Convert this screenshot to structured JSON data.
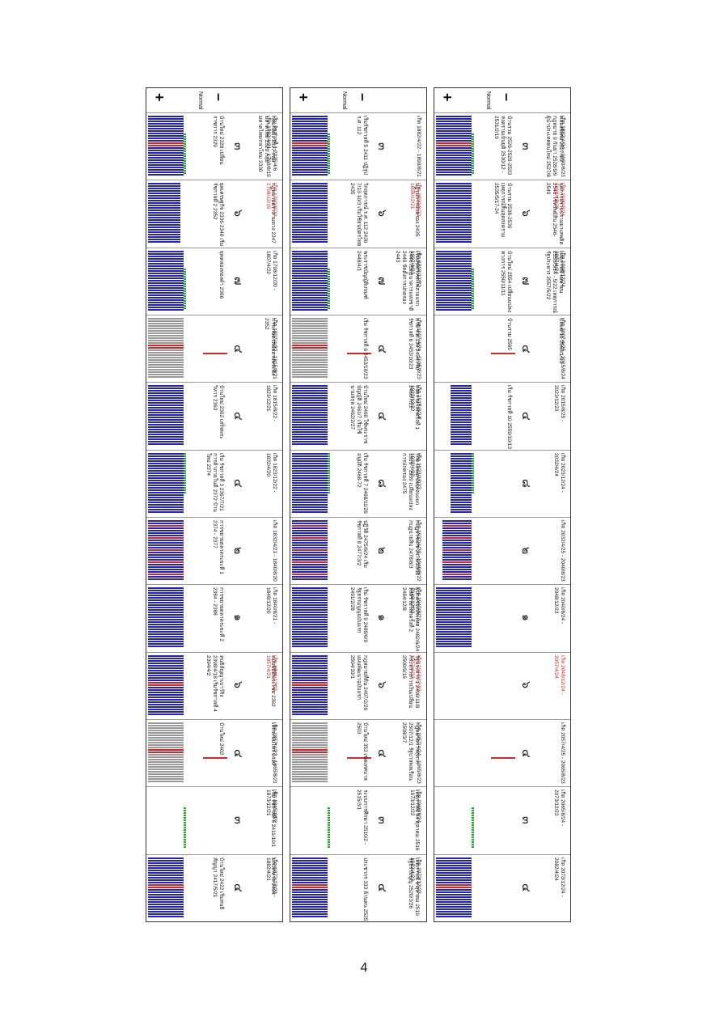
{
  "page_number": "4",
  "colors": {
    "blue": "#2222cc",
    "red": "#dd2222",
    "green": "#22aa22",
    "gray": "#9a9a9a",
    "white": "#ffffff"
  },
  "symbols": {
    "plus": "+",
    "minus": "–",
    "normal": "Normal"
  },
  "panels": [
    {
      "id": "p1",
      "digits": [
        "๓",
        "๖",
        "๗",
        "๔",
        "๔",
        "๔",
        "๒",
        "๑",
        "๖",
        "๔",
        "๓",
        "๔"
      ],
      "top_labels": [
        "กลุ่มก่อตั้ง 2327  กลุ่มมหาดไทย 2329  กลุ่มมหาดไทย/กลาโหม 2330",
        "กฎหมายตราสามดวง 2347",
        "",
        "การเกษตรสมัยทรงพระนั่ง 2352",
        "",
        "",
        "",
        "",
        "สมัยพิธีตีพระไชย 2392",
        "เลิกระบบไพร่ 2410",
        "เริ่ม รัชกาลที่ 5 2411/10/1",
        "ยกเลิกทาส 2424"
      ],
      "normal_labels": [
        "บ้านใหม่ 2328  เปลี่ยนราชการ 2329",
        "ยุคเศรษฐกิจ 2336-2340  เริ่มรัชกาลที่ 2 2352",
        "ยุคคลองทองคำ 2366",
        "",
        "บ้านใหม่ 2362  เสร็จพระวิหาร 2363",
        "เริ่ม รัชกาลที่ 3 2367/7/21  การค้าภายในดี 2372  บ้านใหม่ 2374",
        "การขยายตลาดระยะที่ 1  2374 - 2377",
        "การขยายตลาดระยะที่ 2  2384 - 2388",
        "สนธิสัญญาเบาว์ริง 2398/4/18  เริ่มรัชกาลที่ 4 2394/4/2",
        "บ้านใหม่ 2402",
        "",
        "บ้านใหม่ 2422  เริ่มสนธิสัญญา 2417/5/21"
      ],
      "date_labels": [
        "เริ่ม รัชกาลที่ 1 2325/4/6  เกิด 1782/4/21 - 1790/8/19",
        "เกิด 1790/8/20 - 1798/12/19",
        "เกิด 1798/12/20 - 1807/4/22",
        "เกิด 1807/4/22 - 1815/8/21",
        "เกิด 1815/8/22 - 1823/12/21",
        "เกิด 1823/12/22 - 1832/4/20",
        "เกิด 1832/4/21 - 1840/8/20",
        "เกิด 1840/8/21 - 1848/12/20",
        "เกิด 1848/12/21 - 1857/4/21",
        "เกิด 1857/4/22 - 1865/8/21",
        "เกิด 1865/8/22 - 1873/12/21",
        "เกิด 1873/12/22 - 1882/4/21"
      ]
    },
    {
      "id": "p2",
      "digits": [
        "๓",
        "๖",
        "๗",
        "๔",
        "๔",
        "๘",
        "๒",
        "๑",
        "๖",
        "๔",
        "๓",
        "๔"
      ],
      "top_labels": [
        "",
        "ปฏิรูปการปกครอง 2435",
        "เริ่มต้นทางรถไฟสายแรก 2446  เปิดธนาคารแห่งชาติ 2449  จัดตั้งการปกครอง 2443",
        "ภาษี ร.ศ.130 2454  เริ่ม รัชกาลที่ 6 2453/10/23",
        "สงครามโลกครั้งที่ 1 2460/7/22",
        "The Great Depression 1929 - 1939  เปลี่ยนแปลงการปกครอง 2475",
        "กบฏบวรเดช 2476/10/11  กบฏนายสิบ 2478/8/3",
        "ผู้ปกครองประเทศ 2482/6/24  สงครามโลกครั้งที่ 2 2484/12/8",
        "รัฐประหาร 1 2490/11/8  กระทรวงการเงินเปลี่ยน 2500/9/16",
        "กฎหมายการทุทาก 2507/12/1  รัฐบาลพลเรือน 2508/3/7",
        "เหตุการณ์ 14 ตุลาคม 2516",
        "เหตุการณ์ 6 ตุลาคม 2519  รัฐธรรมนูญ 2520/3/26"
      ],
      "normal_labels": [
        "เริ่มรัชกาลที่ 5 2411  ปฏิรูป ร.ศ. 112",
        "วิกฤตการณ์ ร.ศ. 112 2436 7/13-10/3  เริ่มใช้ธนบัตรไทย 2435",
        "พระราชบัญญัติเกณฑ์ 2448/4/1",
        "เริ่ม รัชกาลที่ 6 2453/10/23",
        "บ้านใหม่ 2460  ใช้พระราชบัญญัติ 2461/7  เริ่มใช้นามสกุล 2462/2/27",
        "เริ่ม รัชกาลที่ 7 2468/11/26  อนุมัติ 2468-72",
        "ปฏิวัติ 2475/6/24  เริ่ม รัชกาลที่ 8 2477/3/2",
        "เริ่ม รัชกาลที่ 9 2489/6/9  รัฐธรรมนูญฉบับแรก 2491/2/28",
        "กฎหมายที่ดิน 2497/2/26  แผนพัฒนาฉบับแรก 2504/10/1",
        "บ้านใหม่ 353 เขตเทศบาล 2503",
        "ระบบการศึกษา 2510/2 - 2515/3/1",
        "ประชากร 333 ล้านคน 2525"
      ],
      "date_labels": [
        "เกิด 1882/4/22 - 1890/8/21",
        "เกิด 1890/8/22 - 1898/12/21",
        "เกิด 1898/12/22 - 1907/4/23",
        "เกิด 1907/4/24 - 1915/8/23",
        "เกิด 1915/8/24 - 1923/12/22",
        "เกิด 1923/12/23 - 1932/4/22",
        "เกิด 1932/4/23 - 1940/8/22",
        "เกิด 1940/8/23 - 1948/12/22",
        "เกิด 1948/12/23 - 1957/4/23",
        "เกิด 1957/4/24 - 1965/8/23",
        "เกิด 1965/8/24 - 1973/12/22",
        "เกิด 1973/12/23 - 1982/4/23"
      ]
    },
    {
      "id": "p3",
      "digits": [
        "๓",
        "๖",
        "๗",
        "๔",
        "๔",
        "๘",
        "๒",
        "๑",
        "๖",
        "๔",
        "๓",
        "๔"
      ],
      "top_labels": [
        "คลองพิเศษ 2527/1/2  กฎหมาย 9 กันยา 2528/9/9  ผู้นำประเทศคนใหม่ 2527/8",
        "ยุคการปราบปรามยาเสพติด 2546  ใช้ทรัพย์สิน 2546-2549",
        "เหตุการณ์ เมษายน 2553/5/14 - 5/22  เหตุการณ์ รัฐประหาร 2557/5/22",
        "Covid 19 2563/1/13",
        "",
        "",
        "",
        "",
        "",
        "",
        "",
        ""
      ],
      "normal_labels": [
        "บ้านรวม 2526-2529-2533  สงครามเย็นยุติ 2530/12 - 2531/2/19",
        "บ้านรวม 2538-2539  เหตุการณ์สิ้นสุดสงคราม 2535/5/17-24",
        "บ้านใหม่ 2554  เปลี่ยนแปลงทางการ 2550/11/11",
        "บ้านรวม 2565",
        "เริ่ม รัชกาลที่ 10 2559/10/13",
        "",
        "",
        "",
        "",
        "",
        "",
        ""
      ],
      "date_labels": [
        "เกิด 1982/4/24 - 1990/8/23",
        "เกิด 1990/8/24 - 1998/12/23",
        "เกิด 1998/12/24 - 2007/4/24",
        "เกิด 2007/4/25 - 2015/8/24",
        "เกิด 2015/8/25 - 2023/12/23",
        "เกิด 2023/12/24 - 2032/4/24",
        "เกิด 2032/4/25 - 2040/8/23",
        "เกิด 2040/8/24 - 2048/12/23",
        "เกิด 2048/12/24 - 2057/4/24",
        "เกิด 2057/4/25 - 2065/8/23",
        "เกิด 2065/8/24 - 2073/12/23",
        "เกิด 2073/12/24 - 2082/4/24"
      ]
    }
  ]
}
